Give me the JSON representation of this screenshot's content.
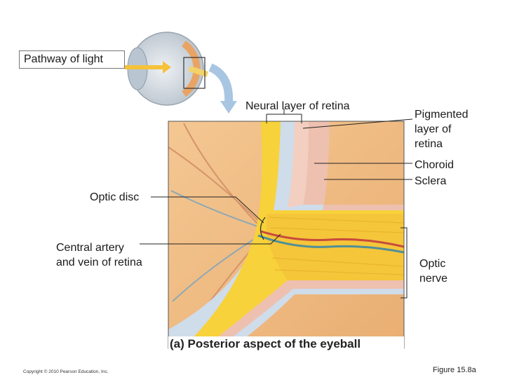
{
  "labels": {
    "pathway_of_light": "Pathway of light",
    "neural_layer": "Neural layer of retina",
    "pigmented_layer": "Pigmented\nlayer of\nretina",
    "choroid": "Choroid",
    "sclera": "Sclera",
    "optic_disc": "Optic disc",
    "central_artery_vein": "Central artery\nand vein of retina",
    "optic_nerve": "Optic\nnerve"
  },
  "caption": "(a) Posterior aspect of the eyeball",
  "copyright": "Copyright © 2010 Pearson Education, Inc.",
  "figure_number": "Figure 15.8a",
  "colors": {
    "retina_bg": "#f0bd82",
    "neural_yellow": "#f7d23a",
    "choroid_pink": "#eec0b0",
    "sclera_blue": "#cfdcea",
    "artery_red": "#c84a3c",
    "vein_teal": "#4f8f98",
    "arrow_blue": "#a8c6e2",
    "light_arrow": "#f5c23a"
  }
}
